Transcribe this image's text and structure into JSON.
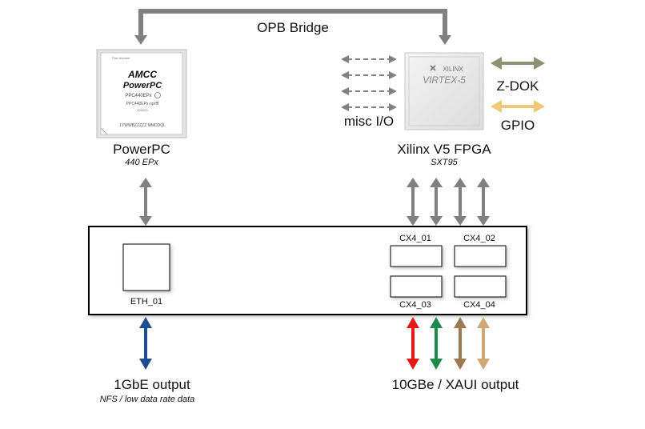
{
  "bridge_label": "OPB Bridge",
  "powerpc": {
    "title": "PowerPC",
    "subtitle": "440 EPx",
    "chip": {
      "part_label": "Part Number",
      "brand": "AMCC",
      "model": "PowerPC",
      "part": "PPC440EPx",
      "part_full": "PPC440EPx-nprfff",
      "code": "000000",
      "datecode": "1YWWBZZZZZ MMDDQL"
    }
  },
  "fpga": {
    "title": "Xilinx V5 FPGA",
    "subtitle": "SXT95",
    "chip": {
      "brand": "XILINX",
      "model": "VIRTEX-5"
    }
  },
  "misc_io_label": "misc I/O",
  "zdok_label": "Z-DOK",
  "gpio_label": "GPIO",
  "ports": {
    "eth": "ETH_01",
    "cx4_01": "CX4_01",
    "cx4_02": "CX4_02",
    "cx4_03": "CX4_03",
    "cx4_04": "CX4_04"
  },
  "outputs": {
    "gbe_title": "1GbE output",
    "gbe_subtitle": "NFS / low data rate data",
    "tengbe_title": "10GBe / XAUI output"
  },
  "colors": {
    "gray_arrow": "#808080",
    "zdok": "#8a9470",
    "gpio": "#f0c878",
    "eth_blue": "#1f4e8c",
    "red": "#e51a1a",
    "green": "#1f8a4c",
    "brown": "#9a7a50",
    "tan": "#cfa878"
  }
}
